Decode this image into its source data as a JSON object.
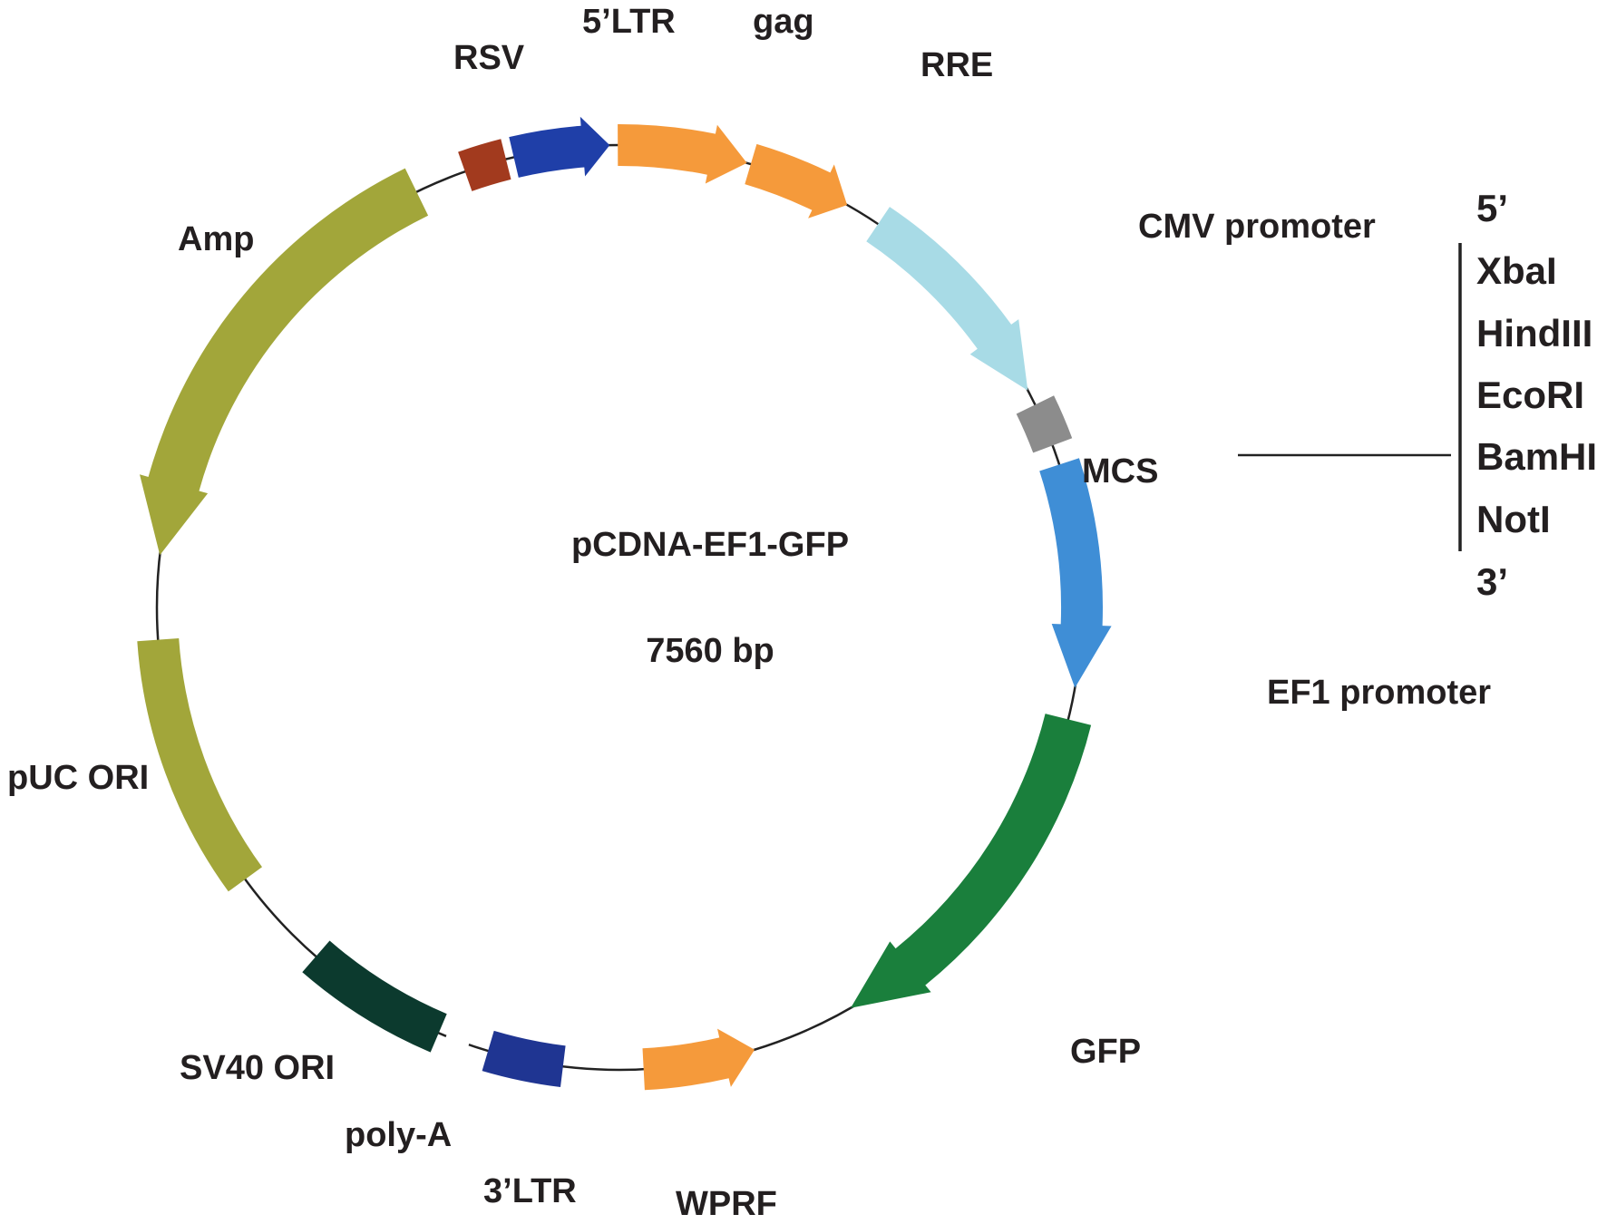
{
  "plasmid": {
    "name": "pCDNA-EF1-GFP",
    "size": "7560 bp"
  },
  "features": [
    {
      "id": "rsv",
      "label": "RSV",
      "color": "#a23a1e",
      "shape": "box",
      "dir": "cw"
    },
    {
      "id": "ltr5",
      "label": "5’LTR",
      "color": "#1f3fa8",
      "shape": "arrow",
      "dir": "cw"
    },
    {
      "id": "gag",
      "label": "gag",
      "color": "#f59a3b",
      "shape": "arrow",
      "dir": "cw"
    },
    {
      "id": "rre",
      "label": "RRE",
      "color": "#f59a3b",
      "shape": "arrow",
      "dir": "cw"
    },
    {
      "id": "cmv",
      "label": "CMV promoter",
      "color": "#a8dbe6",
      "shape": "arrow",
      "dir": "cw"
    },
    {
      "id": "mcs",
      "label": "MCS",
      "color": "#8c8c8c",
      "shape": "box",
      "dir": "cw"
    },
    {
      "id": "ef1",
      "label": "EF1 promoter",
      "color": "#3f8ed6",
      "shape": "arrow",
      "dir": "cw"
    },
    {
      "id": "gfp",
      "label": "GFP",
      "color": "#1a7f3c",
      "shape": "arrow",
      "dir": "cw"
    },
    {
      "id": "wprf",
      "label": "WPRF",
      "color": "#f59a3b",
      "shape": "arrow",
      "dir": "ccw"
    },
    {
      "id": "ltr3",
      "label": "3’LTR",
      "color": "#1f3592",
      "shape": "box",
      "dir": "cw"
    },
    {
      "id": "polya",
      "label": "poly-A",
      "color": "#ffffff",
      "shape": "box",
      "dir": "cw"
    },
    {
      "id": "sv40",
      "label": "SV40 ORI",
      "color": "#0c3a2e",
      "shape": "box",
      "dir": "cw"
    },
    {
      "id": "puc",
      "label": "pUC ORI",
      "color": "#a2a63a",
      "shape": "box",
      "dir": "cw"
    },
    {
      "id": "amp",
      "label": "Amp",
      "color": "#a2a63a",
      "shape": "arrow",
      "dir": "ccw"
    }
  ],
  "mcs_sites": {
    "five_prime": "5’",
    "three_prime": "3’",
    "sites": [
      "XbaI",
      "HindIII",
      "EcoRI",
      "BamHI",
      "NotI"
    ]
  }
}
